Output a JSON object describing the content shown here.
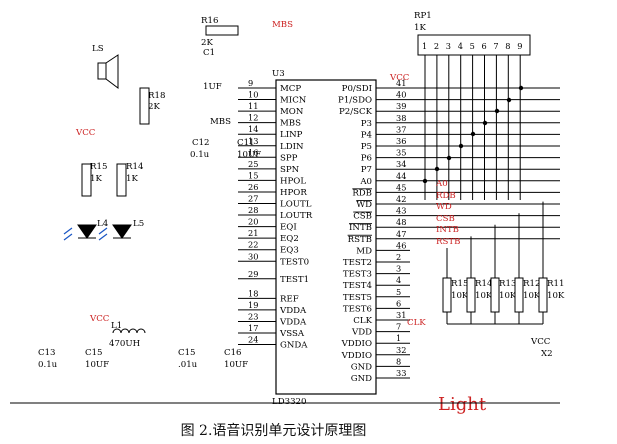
{
  "chip": {
    "name": "U3",
    "part": "LD3320",
    "left_pins": [
      {
        "num": "9",
        "label": "MCP"
      },
      {
        "num": "10",
        "label": "MICN"
      },
      {
        "num": "11",
        "label": "MON"
      },
      {
        "num": "12",
        "label": "MBS"
      },
      {
        "num": "14",
        "label": "LINP"
      },
      {
        "num": "13",
        "label": "LDIN"
      },
      {
        "num": "16",
        "label": "SPP"
      },
      {
        "num": "25",
        "label": "SPN"
      },
      {
        "num": "15",
        "label": "HPOL"
      },
      {
        "num": "26",
        "label": "HPOR"
      },
      {
        "num": "27",
        "label": "LOUTL"
      },
      {
        "num": "28",
        "label": "LOUTR"
      },
      {
        "num": "20",
        "label": "EQI"
      },
      {
        "num": "21",
        "label": "EQ2"
      },
      {
        "num": "22",
        "label": "EQ3"
      },
      {
        "num": "30",
        "label": "TEST0"
      },
      {
        "num": "29",
        "label": "TEST1"
      },
      {
        "num": "18",
        "label": "REF"
      },
      {
        "num": "19",
        "label": "VDDA"
      },
      {
        "num": "23",
        "label": "VDDA"
      },
      {
        "num": "17",
        "label": "VSSA"
      },
      {
        "num": "24",
        "label": "GNDA"
      }
    ],
    "right_pins": [
      {
        "num": "41",
        "label": "P0/SDI"
      },
      {
        "num": "40",
        "label": "P1/SDO"
      },
      {
        "num": "39",
        "label": "P2/SCK"
      },
      {
        "num": "38",
        "label": "P3"
      },
      {
        "num": "37",
        "label": "P4"
      },
      {
        "num": "36",
        "label": "P5"
      },
      {
        "num": "35",
        "label": "P6"
      },
      {
        "num": "34",
        "label": "P7"
      },
      {
        "num": "44",
        "label": "A0"
      },
      {
        "num": "45",
        "label": "RDB"
      },
      {
        "num": "42",
        "label": "WD"
      },
      {
        "num": "43",
        "label": "CSB"
      },
      {
        "num": "48",
        "label": "INTB"
      },
      {
        "num": "47",
        "label": "RSTB"
      },
      {
        "num": "46",
        "label": "MD"
      },
      {
        "num": "2",
        "label": "TEST2"
      },
      {
        "num": "3",
        "label": "TEST3"
      },
      {
        "num": "4",
        "label": "TEST4"
      },
      {
        "num": "5",
        "label": "TEST5"
      },
      {
        "num": "6",
        "label": "TEST6"
      },
      {
        "num": "31",
        "label": "CLK"
      },
      {
        "num": "7",
        "label": "VDD"
      },
      {
        "num": "1",
        "label": "VDDIO"
      },
      {
        "num": "32",
        "label": "VDDIO"
      },
      {
        "num": "8",
        "label": "GND"
      },
      {
        "num": "33",
        "label": "GND"
      }
    ]
  },
  "signals": {
    "a0": "A0",
    "rdb": "RDB",
    "wd": "WD",
    "csb": "CSB",
    "intb": "INTB",
    "rstb": "RSTB",
    "clk": "CLK",
    "mbs": "MBS",
    "mbs2": "MBS"
  },
  "resnet": {
    "name": "RP1",
    "value": "1K",
    "pins": [
      "1",
      "2",
      "3",
      "4",
      "5",
      "6",
      "7",
      "8",
      "9"
    ]
  },
  "components": {
    "r16": "R16",
    "r16_val": "2K",
    "c1": "C1",
    "c1_val": "1UF",
    "ls": "LS",
    "r18": "R18",
    "r18_val": "2K",
    "c12": "C12",
    "c12_val": "0.1u",
    "c11": "C11",
    "c11_val": "10UF",
    "vcc_top": "VCC",
    "vcc_led": "VCC",
    "r15": "R15",
    "r15_val": "1K",
    "r14": "R14",
    "r14_val": "1K",
    "l4": "L4",
    "l5": "L5",
    "vcc_ref": "VCC",
    "l1": "L1",
    "l1_val": "470UH",
    "c13": "C13",
    "c13_val": "0.1u",
    "c15a": "C15",
    "c15a_val": "10UF",
    "c15b": "C15",
    "c15b_val": ".01u",
    "c16": "C16",
    "c16_val": "10UF",
    "vcc_x2": "VCC",
    "x2": "X2",
    "r15r": "R15",
    "r14r": "R14",
    "r13r": "R13",
    "r12r": "R12",
    "r11r": "R11",
    "pull_val": "10K"
  },
  "watermark": "Light",
  "caption": "图 2.语音识别单元设计原理图"
}
